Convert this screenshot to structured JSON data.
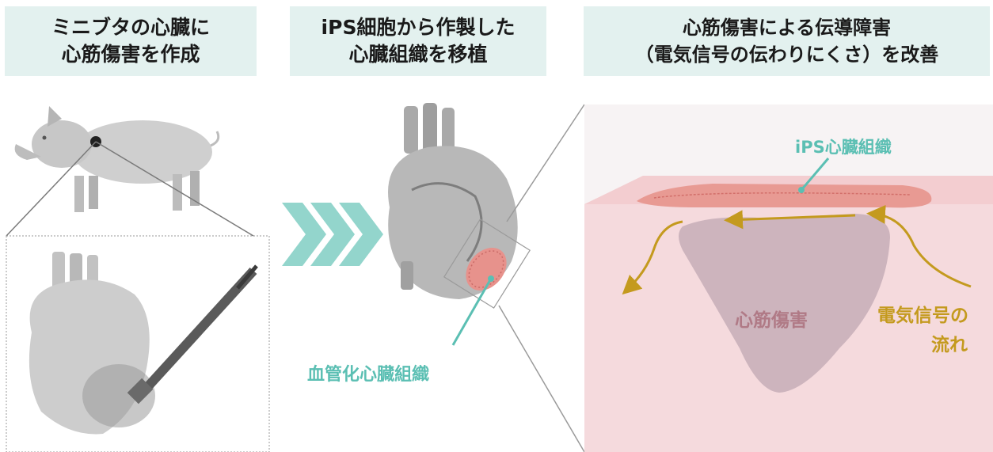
{
  "step1": {
    "title_line1": "ミニブタの心臓に",
    "title_line2": "心筋傷害を作成"
  },
  "step2": {
    "title_line1": "iPS細胞から作製した",
    "title_line2": "心臓組織を移植",
    "label_vascularized": "血管化心臓組織"
  },
  "step3": {
    "title_line1": "心筋傷害による伝導障害",
    "title_line2": "（電気信号の伝わりにくさ）を改善",
    "label_ips_tissue": "iPS心臓組織",
    "label_injury": "心筋傷害",
    "label_signal_line1": "電気信号の",
    "label_signal_line2": "流れ"
  },
  "colors": {
    "header_bg": "#e3f1ef",
    "teal": "#5bbfb3",
    "gold": "#c49a1e",
    "tissue_bg": "#f5dadd",
    "injury": "#cdb4bd"
  }
}
